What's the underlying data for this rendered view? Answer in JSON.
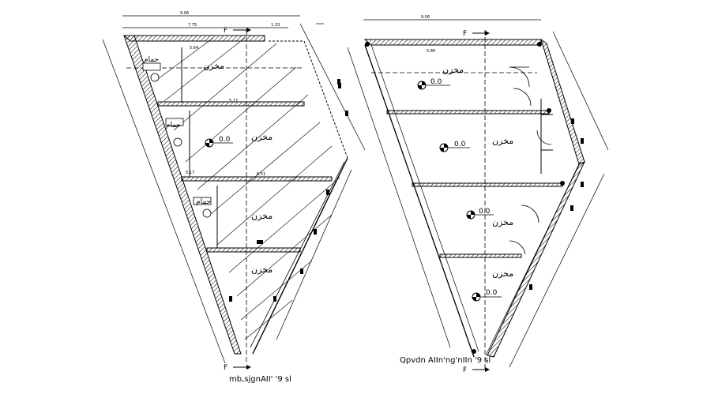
{
  "plans": {
    "left": {
      "caption": "mb,sjgnAII'  '9 sl",
      "section_marker": "F",
      "dims": {
        "top_total": "9.06",
        "top_a": "7.75",
        "top_b": "1.33",
        "inner_a": "5.64",
        "inner_b": "5.17",
        "inner_c": "5.17",
        "inner_d": "6.51"
      },
      "room_label": "مخزن",
      "bath_label": "حمام",
      "level": "0.0"
    },
    "right": {
      "caption": "Qpvdn AIIn'ng'nIIn '9 sl",
      "section_marker": "F",
      "dims": {
        "top_total": "9.06",
        "inner_a": "5.86"
      },
      "room_label": "مخزن",
      "level": "0.0"
    }
  },
  "colors": {
    "line": "#000000",
    "hatch": "#444444",
    "background": "#ffffff"
  }
}
